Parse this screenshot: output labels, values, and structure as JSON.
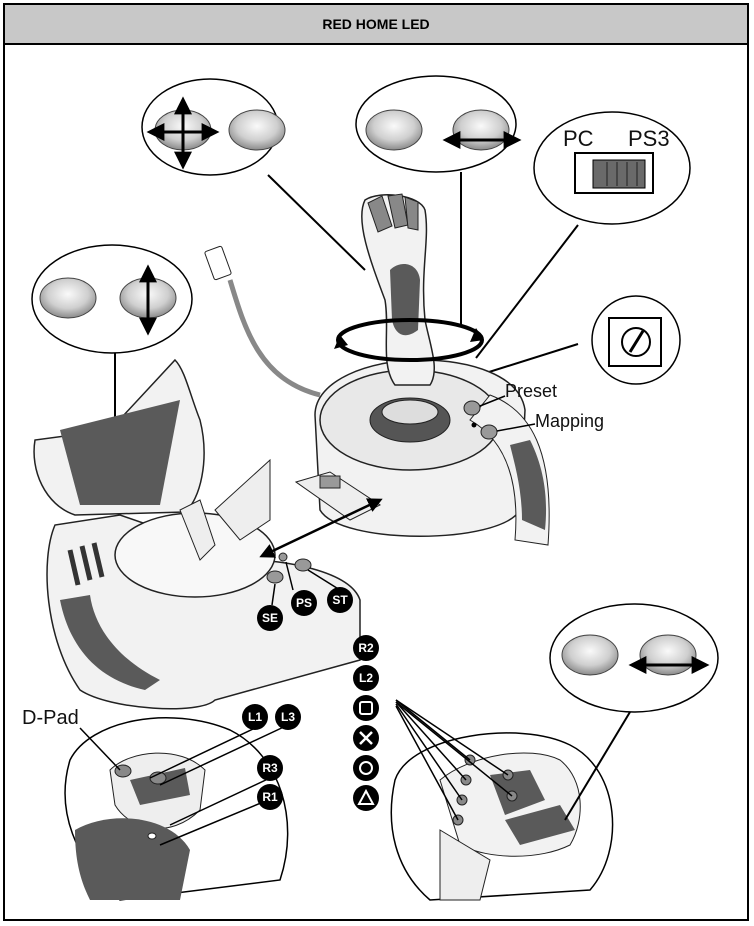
{
  "header": {
    "title": "RED HOME LED"
  },
  "labels": {
    "pc": "PC",
    "ps3": "PS3",
    "preset": "Preset",
    "mapping": "Mapping",
    "dpad": "D-Pad"
  },
  "badges": {
    "se": "SE",
    "ps": "PS",
    "st": "ST",
    "l1": "L1",
    "l3": "L3",
    "r3": "R3",
    "r1": "R1",
    "r2": "R2",
    "l2": "L2"
  },
  "colors": {
    "header_bg": "#c8c8c8",
    "device_dark": "#5a5a5a",
    "device_light": "#f2f2f2",
    "outline": "#222222"
  }
}
